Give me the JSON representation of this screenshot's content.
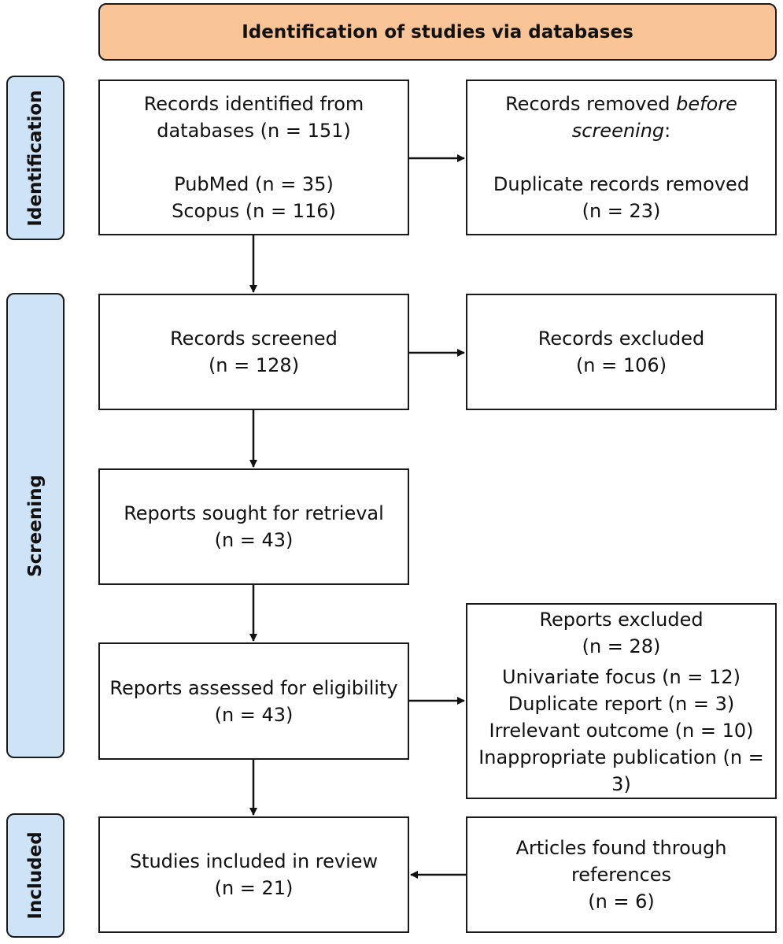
{
  "header": {
    "title": "Identification of studies via databases"
  },
  "phases": {
    "identification": "Identification",
    "screening": "Screening",
    "included": "Included"
  },
  "identified": {
    "line1": "Records identified from",
    "line2": "databases (n = 151)",
    "pubmed": "PubMed (n = 35)",
    "scopus": "Scopus (n = 116)"
  },
  "removed": {
    "prefix": "Records removed ",
    "before": "before",
    "screening": "screening",
    "colon": ":",
    "dup_label": "Duplicate records removed",
    "dup_count": "(n = 23)"
  },
  "screened": {
    "label": "Records screened",
    "count": "(n = 128)"
  },
  "excluded_records": {
    "label": "Records excluded",
    "count": "(n = 106)"
  },
  "sought": {
    "label": "Reports sought for retrieval",
    "count": "(n = 43)"
  },
  "assessed": {
    "label": "Reports assessed for eligibility",
    "count": "(n = 43)"
  },
  "excluded_reports": {
    "label": "Reports excluded",
    "count": "(n = 28)",
    "reasons": [
      "Univariate focus (n = 12)",
      "Duplicate report (n = 3)",
      "Irrelevant outcome (n = 10)",
      "Inappropriate publication (n = 3)"
    ]
  },
  "included": {
    "label": "Studies included in review",
    "count": "(n = 21)"
  },
  "references": {
    "line1": "Articles found through",
    "line2": "references",
    "count": "(n = 6)"
  }
}
